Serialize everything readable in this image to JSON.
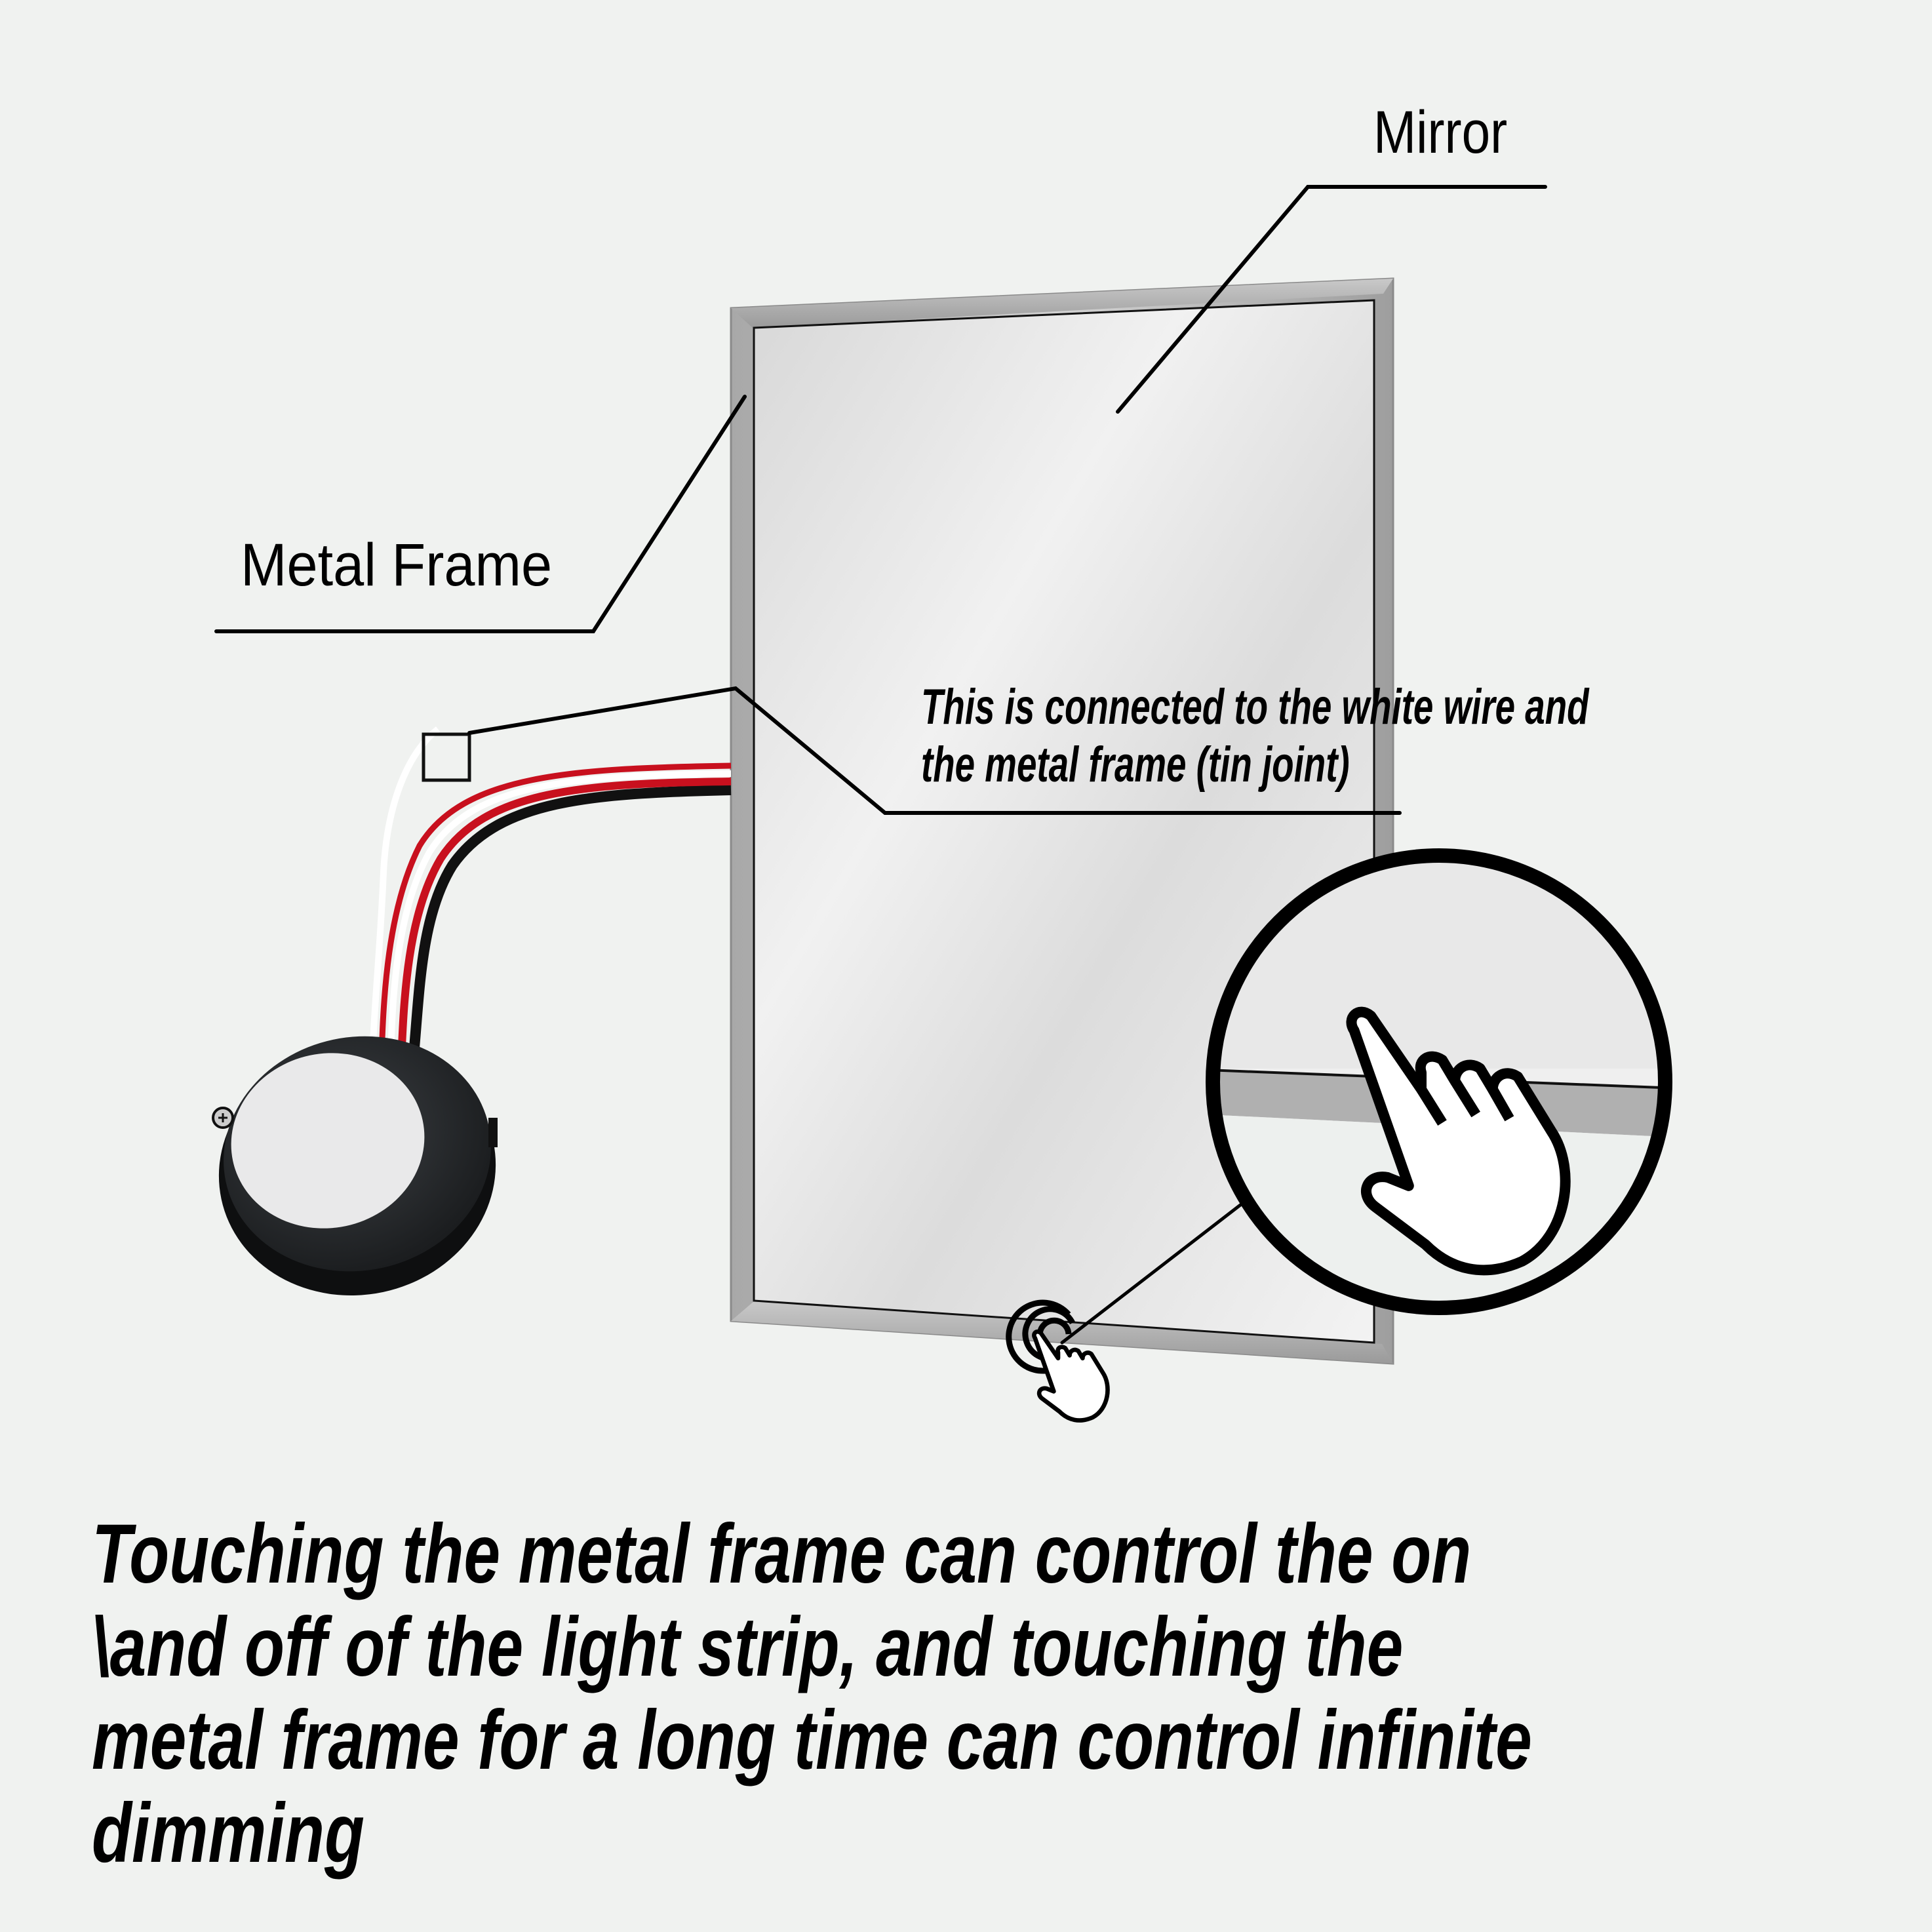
{
  "labels": {
    "mirror": "Mirror",
    "metal_frame": "Metal Frame"
  },
  "note": {
    "line1": "This is connected to the white wire and",
    "line2": "the metal frame (tin joint)"
  },
  "caption": {
    "line1": "Touching the metal frame can control the on",
    "line2": "\\and off of the light strip, and touching the",
    "line3": "metal frame for a long time can control infinite",
    "line4": "dimming"
  },
  "colors": {
    "background": "#f0f2f0",
    "frame_metal": "#b8b8b8",
    "mirror_glass": "#e6e6e6",
    "wire_red": "#c8101e",
    "wire_black": "#111111",
    "wire_white": "#ffffff",
    "sensor_body": "#2b2e31",
    "sensor_pad": "#e9e9ea"
  },
  "icons": [
    "touch-hand-icon",
    "touch-ripple-icon",
    "magnifier-circle-icon",
    "touch-sensor-puck-icon"
  ]
}
